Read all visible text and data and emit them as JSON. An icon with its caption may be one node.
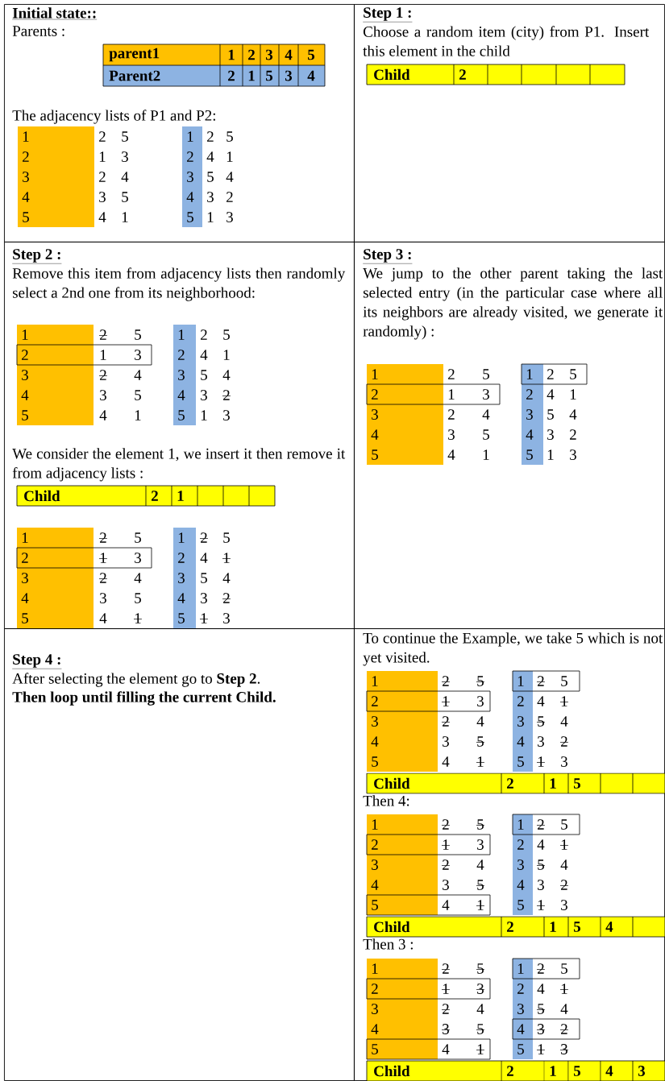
{
  "diagram": {
    "nodes": [
      {
        "text": [
          "Initial state::",
          "Parents :",
          "The adjacency lists of P1 and P2:"
        ]
      },
      {
        "text": [
          "Step 1 :",
          "Choose a random item (city) from P1. Insert this element in the child"
        ]
      },
      {
        "text": [
          "Step 2 :",
          "Remove this item from adjacency lists then randomly select a 2nd one from its neighborhood:",
          "We consider the element 1, we insert it then remove it from adjacency lists :"
        ]
      },
      {
        "text": [
          "Step 3 :",
          "We jump to the other parent taking the last selected entry (in the particular case where all its neighbors are already visited, we generate it randomly) :"
        ]
      },
      {
        "text": [
          "Step 4 :",
          "After selecting the element go to **Step 2**.",
          "Then loop until filling the current Child."
        ]
      },
      {
        "text": [
          "To continue the Example, we take 5 which is not yet visited.",
          "Then 4:",
          "Then 3 :"
        ]
      }
    ],
    "labels": [
      "parent1",
      "1",
      "2",
      "3",
      "4",
      "5",
      "Parent2",
      "2",
      "1",
      "5",
      "3",
      "4",
      "1",
      "2",
      "5",
      "1",
      "2",
      "5",
      "2",
      "1",
      "3",
      "2",
      "4",
      "1",
      "3",
      "2",
      "4",
      "3",
      "5",
      "4",
      "4",
      "3",
      "5",
      "4",
      "3",
      "2",
      "5",
      "4",
      "1",
      "5",
      "1",
      "3",
      "Child",
      "2",
      "1",
      "2",
      "5",
      "1",
      "2",
      "5",
      "2",
      "1",
      "3",
      "2",
      "4",
      "1",
      "3",
      "2",
      "4",
      "3",
      "5",
      "4",
      "4",
      "3",
      "5",
      "4",
      "3",
      "2",
      "5",
      "4",
      "1",
      "5",
      "1",
      "3",
      "Child",
      "2",
      "1",
      "1",
      "2",
      "5",
      "1",
      "2",
      "5",
      "2",
      "1",
      "3",
      "2",
      "4",
      "1",
      "3",
      "2",
      "4",
      "3",
      "5",
      "4",
      "4",
      "3",
      "5",
      "4",
      "3",
      "2",
      "5",
      "4",
      "1",
      "5",
      "1",
      "3",
      "1",
      "2",
      "5",
      "1",
      "2",
      "5",
      "2",
      "1",
      "3",
      "2",
      "4",
      "1",
      "3",
      "2",
      "4",
      "3",
      "5",
      "4",
      "4",
      "3",
      "5",
      "4",
      "3",
      "2",
      "5",
      "4",
      "1",
      "5",
      "1",
      "3",
      "1",
      "2",
      "5",
      "1",
      "2",
      "5",
      "2",
      "1",
      "3",
      "2",
      "4",
      "1",
      "3",
      "2",
      "4",
      "3",
      "5",
      "4",
      "4",
      "3",
      "5",
      "4",
      "3",
      "2",
      "5",
      "4",
      "1",
      "5",
      "1",
      "3",
      "Child",
      "2",
      "1",
      "5",
      "1",
      "2",
      "5",
      "1",
      "2",
      "5",
      "2",
      "1",
      "3",
      "2",
      "4",
      "1",
      "3",
      "2",
      "4",
      "3",
      "5",
      "4",
      "4",
      "3",
      "5",
      "4",
      "3",
      "2",
      "5",
      "4",
      "1",
      "5",
      "1",
      "3",
      "Child",
      "2",
      "1",
      "5",
      "4",
      "1",
      "2",
      "5",
      "1",
      "2",
      "5",
      "2",
      "1",
      "3",
      "2",
      "4",
      "1",
      "3",
      "2",
      "4",
      "3",
      "5",
      "4",
      "4",
      "3",
      "5",
      "4",
      "3",
      "2",
      "5",
      "4",
      "1",
      "5",
      "1",
      "3",
      "Child",
      "2",
      "1",
      "5",
      "4",
      "3"
    ]
  }
}
